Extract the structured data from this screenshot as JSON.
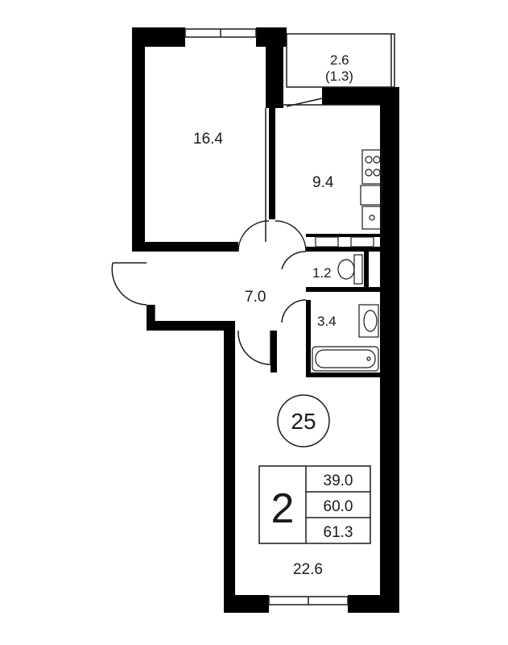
{
  "rooms": {
    "bedroom": "16.4",
    "kitchen": "9.4",
    "balcony": "2.6",
    "balcony_reduced": "(1.3)",
    "hallway": "7.0",
    "toilet": "1.2",
    "bathroom": "3.4",
    "living": "22.6"
  },
  "apartment_number": "25",
  "rooms_count": "2",
  "areas": {
    "living": "39.0",
    "total": "60.0",
    "total_with_balcony": "61.3"
  },
  "colors": {
    "wall": "#000000",
    "line": "#1a1a1a",
    "background": "#ffffff"
  }
}
